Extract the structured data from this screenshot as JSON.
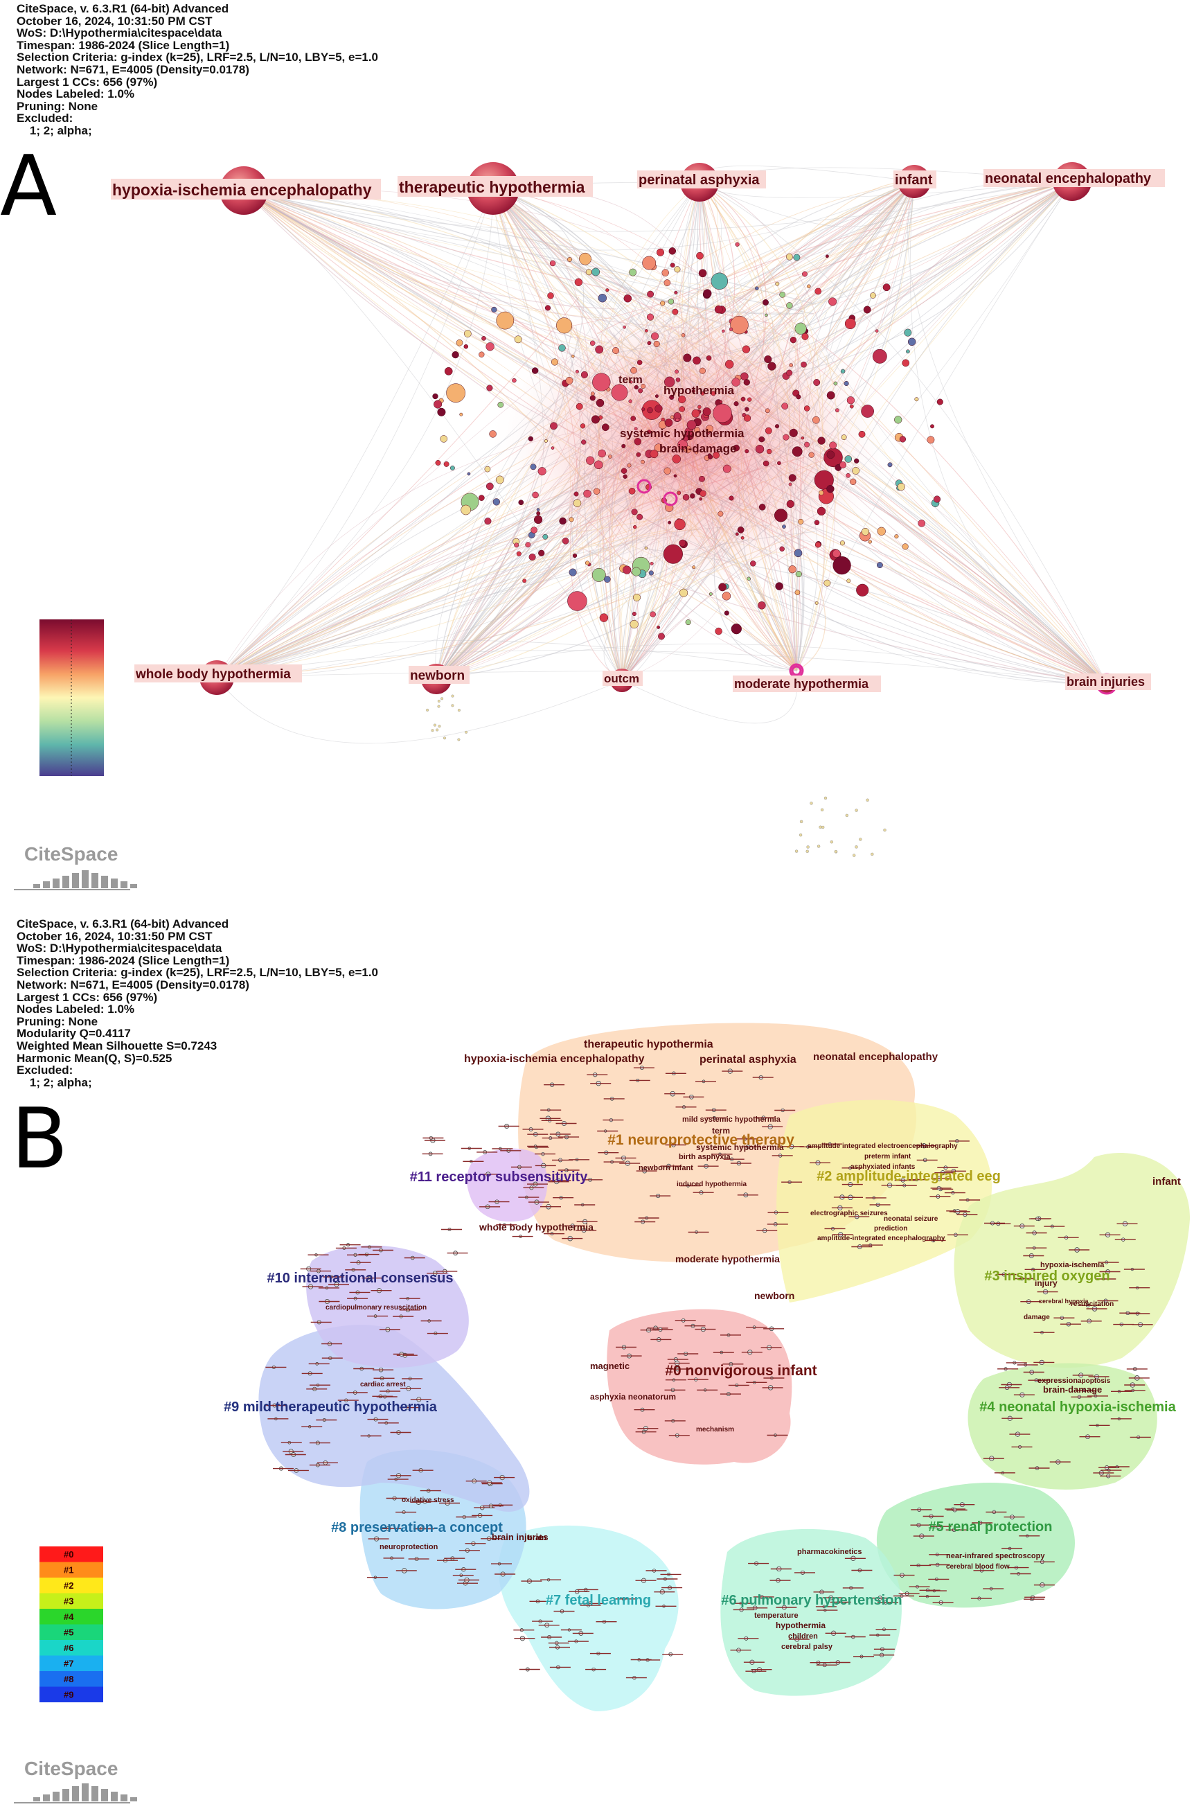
{
  "panel_a": {
    "letter": "A",
    "meta": [
      "CiteSpace, v. 6.3.R1 (64-bit) Advanced",
      "October 16, 2024, 10:31:50 PM CST",
      "WoS: D:\\Hypothermia\\citespace\\data",
      "Timespan: 1986-2024 (Slice Length=1)",
      "Selection Criteria: g-index (k=25), LRF=2.5, L/N=10, LBY=5, e=1.0",
      "Network: N=671, E=4005 (Density=0.0178)",
      "Largest 1 CCs: 656 (97%)",
      "Nodes Labeled: 1.0%",
      "Pruning: None",
      "Excluded:",
      "    1; 2; alpha;"
    ],
    "hub_labels": {
      "hie": "hypoxia-ischemia encephalopathy",
      "th": "therapeutic hypothermia",
      "pa": "perinatal asphyxia",
      "infant": "infant",
      "ne": "neonatal encephalopathy",
      "wbh": "whole body hypothermia",
      "newborn": "newborn",
      "outcm": "outcm",
      "mh": "moderate hypothermia",
      "bi": "brain injuries"
    },
    "center_labels": {
      "term": "term",
      "hypothermia": "hypothermia",
      "sh": "systemic hypothermia",
      "bd": "brain-damage"
    },
    "logo": "CiteSpace"
  },
  "panel_b": {
    "letter": "B",
    "meta": [
      "CiteSpace, v. 6.3.R1 (64-bit) Advanced",
      "October 16, 2024, 10:31:50 PM CST",
      "WoS: D:\\Hypothermia\\citespace\\data",
      "Timespan: 1986-2024 (Slice Length=1)",
      "Selection Criteria: g-index (k=25), LRF=2.5, L/N=10, LBY=5, e=1.0",
      "Network: N=671, E=4005 (Density=0.0178)",
      "Largest 1 CCs: 656 (97%)",
      "Nodes Labeled: 1.0%",
      "Pruning: None",
      "Modularity Q=0.4117",
      "Weighted Mean Silhouette S=0.7243",
      "Harmonic Mean(Q, S)=0.525",
      "Excluded:",
      "    1; 2; alpha;"
    ],
    "clusters": {
      "c0": "#0 nonvigorous infant",
      "c1": "#1 neuroprotective therapy",
      "c2": "#2 amplitude-integrated eeg",
      "c3": "#3 inspired oxygen",
      "c4": "#4 neonatal hypoxia-ischemia",
      "c5": "#5 renal protection",
      "c6": "#6 pulmonary hypertension",
      "c7": "#7 fetal learning",
      "c8": "#8 preservation-a concept",
      "c9": "#9 mild therapeutic hypothermia",
      "c10": "#10 international consensus",
      "c11": "#11 receptor subsensitivity"
    },
    "keywords": {
      "th": "therapeutic hypothermia",
      "hie": "hypoxia-ischemia encephalopathy",
      "pa": "perinatal asphyxia",
      "ne": "neonatal encephalopathy",
      "infant": "infant",
      "wbh": "whole body hypothermia",
      "mh": "moderate hypothermia",
      "newborn": "newborn",
      "term": "term",
      "msh": "mild systemic hypothermia",
      "sh": "systemic hypothermia",
      "ba": "birth asphyxia",
      "ni": "newborn infant",
      "ih": "induced hypothermia",
      "aie": "amplitude integrated electroencephalography",
      "pi": "preterm infant",
      "ai": "asphyxiated infants",
      "es": "electrographic seizures",
      "ns": "neonatal seizure",
      "pred": "prediction",
      "aie2": "amplitude-integrated encephalography",
      "hi": "hypoxia-ischemia",
      "injury": "injury",
      "resus": "resuscitation",
      "ch": "cerebral hypoxia",
      "damage": "damage",
      "expr": "expression",
      "apop": "apoptosis",
      "bdmg": "brain-damage",
      "ma": "magnetic",
      "asph": "asphyxia neonatorum",
      "mech": "mechanism",
      "ca": "cardiac arrest",
      "cr": "cardiopulmonary resuscitation",
      "ox": "oxidative stress",
      "np": "neuroprotection",
      "bi": "brain injuries",
      "brain": "brain",
      "cbf": "cerebral blood flow",
      "nis": "near-infrared spectroscopy",
      "pk": "pharmacokinetics",
      "temp": "temperature",
      "hypo": "hypothermia",
      "children": "children",
      "cp": "cerebral palsy"
    },
    "legend": [
      "#0",
      "#1",
      "#2",
      "#3",
      "#4",
      "#5",
      "#6",
      "#7",
      "#8",
      "#9"
    ],
    "logo": "CiteSpace"
  }
}
